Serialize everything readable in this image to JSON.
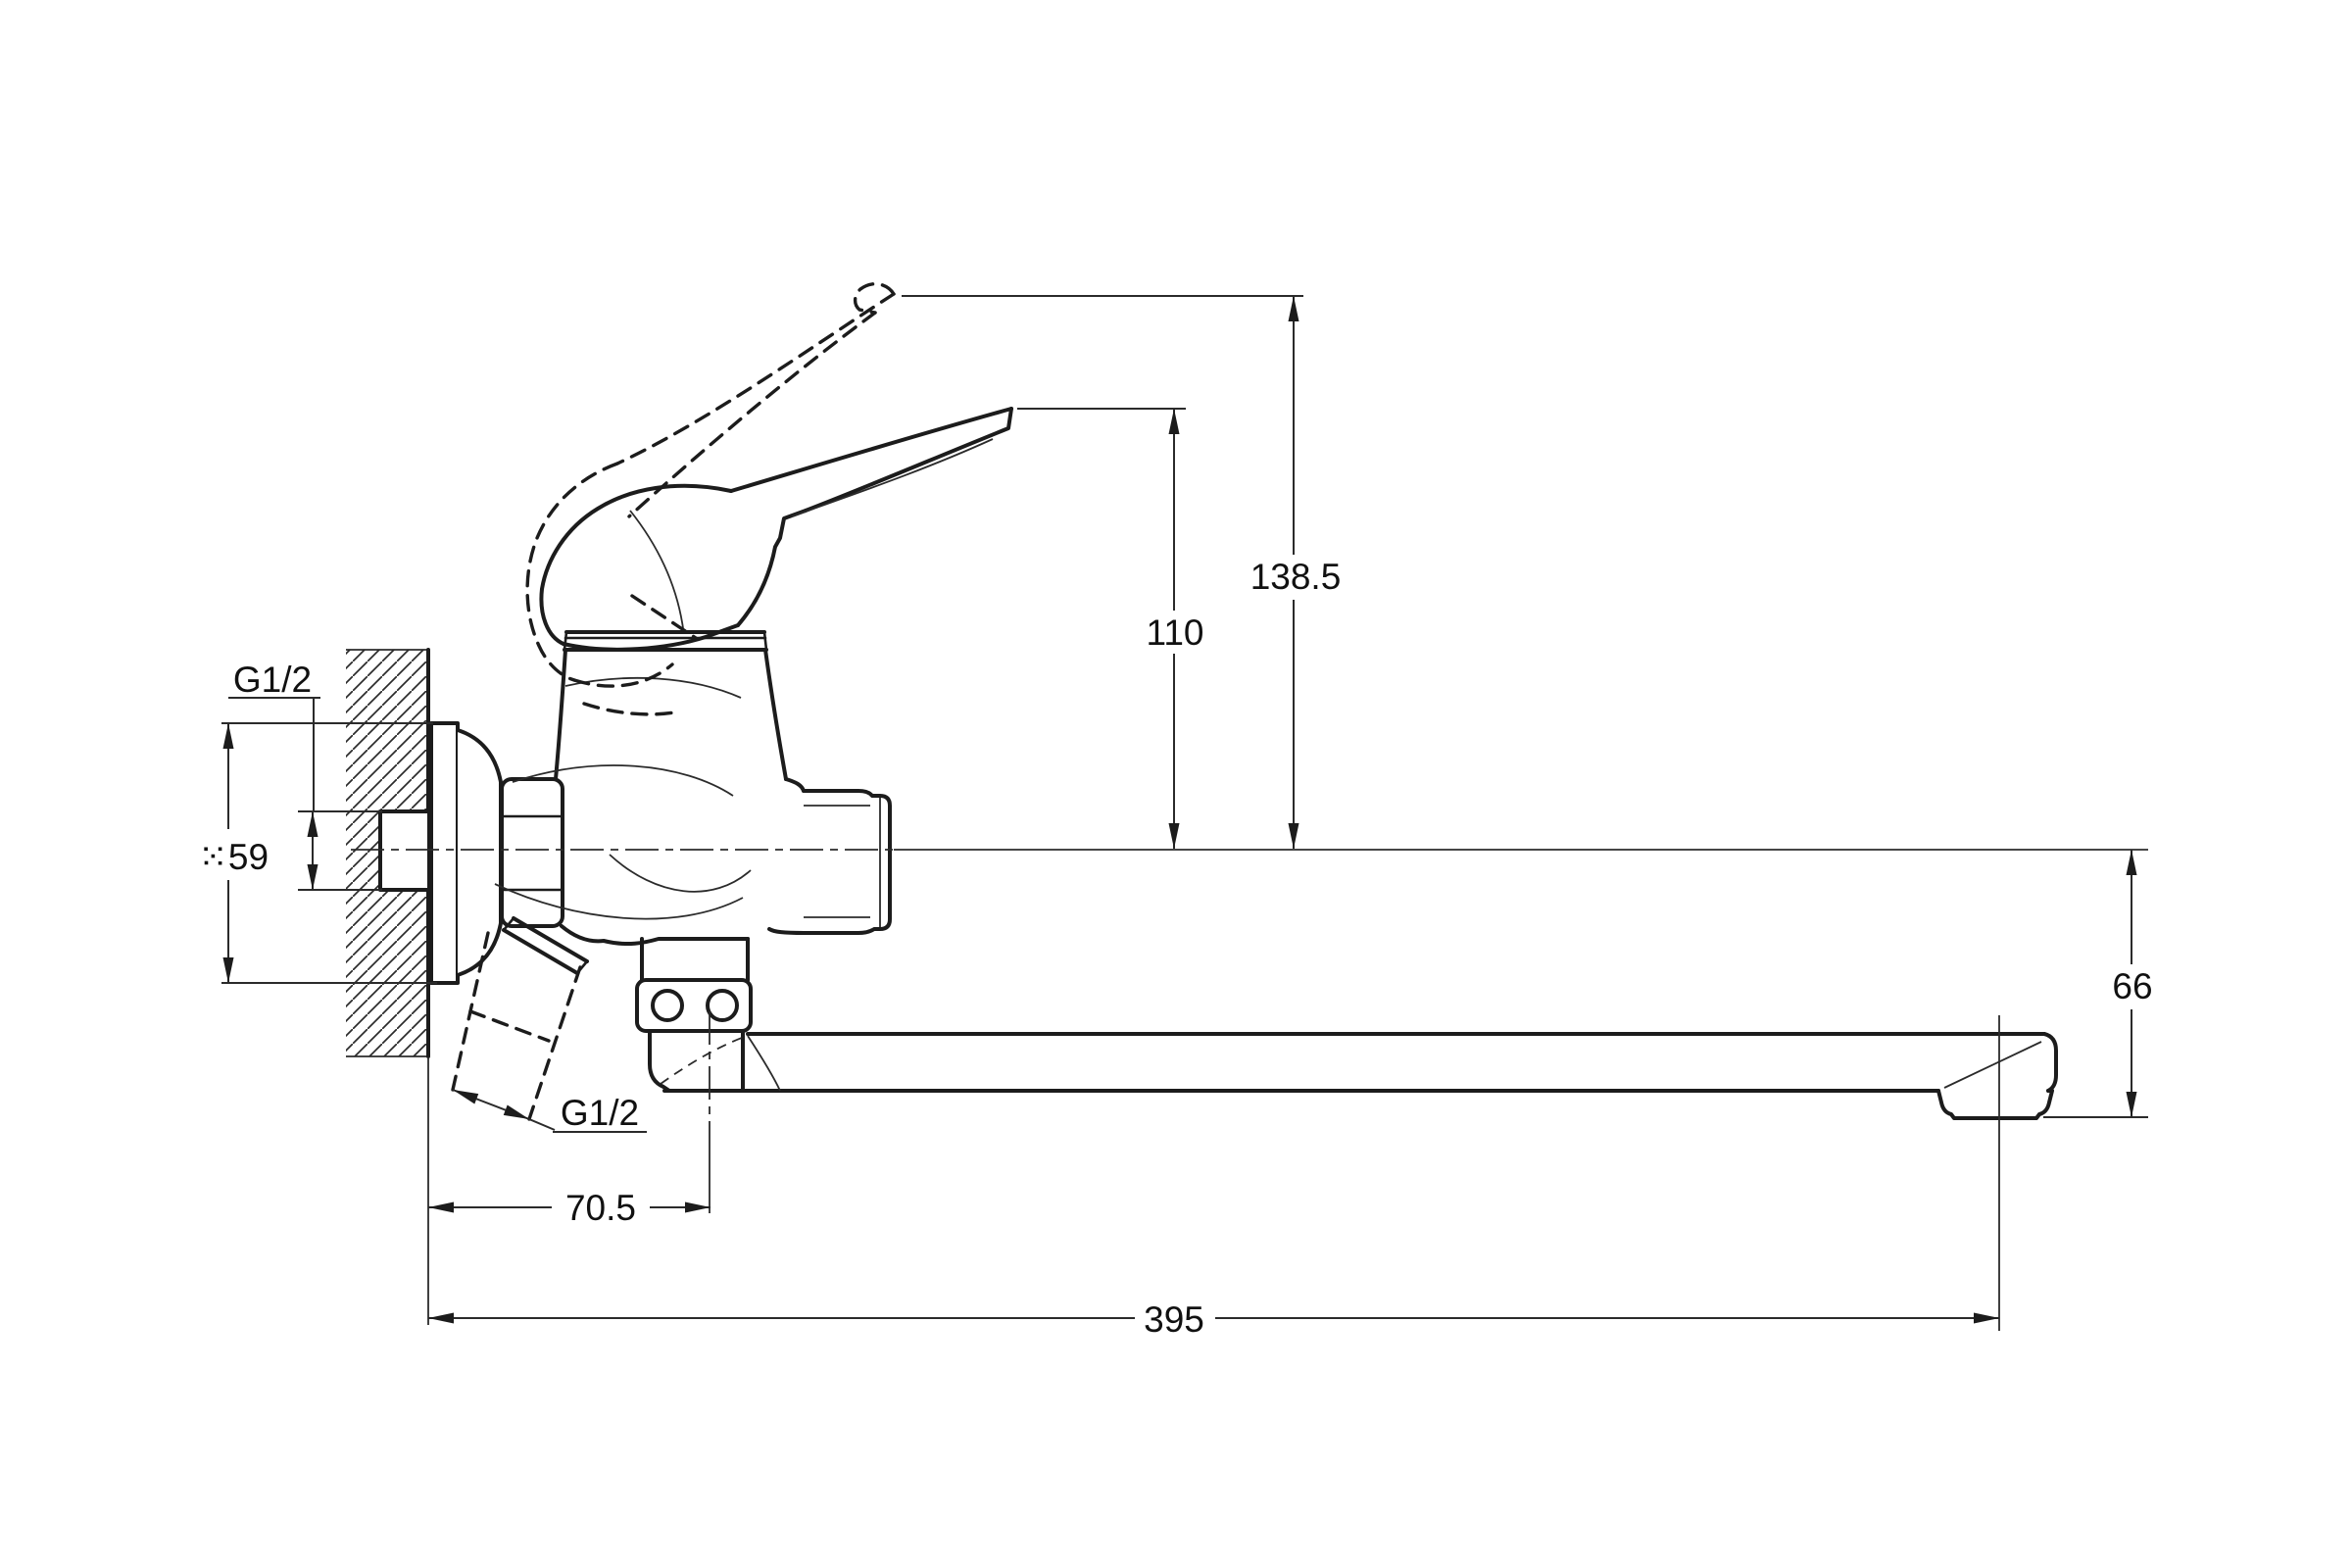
{
  "drawing": {
    "background": "#ffffff",
    "ink_color": "#1c1c1c",
    "subject": "Wall-mounted single-lever bathtub mixer with long swivel spout, dimensional side view",
    "thread_labels": {
      "wall_inlet": "G1/2",
      "shower_outlet": "G1/2"
    },
    "diameter_label": "⁙59",
    "dimensions": {
      "handle_raised_height": "138.5",
      "handle_height": "110",
      "spout_drop": "66",
      "wall_to_shower_axis": "70.5",
      "wall_to_spout_outlet_axis": "395"
    }
  }
}
